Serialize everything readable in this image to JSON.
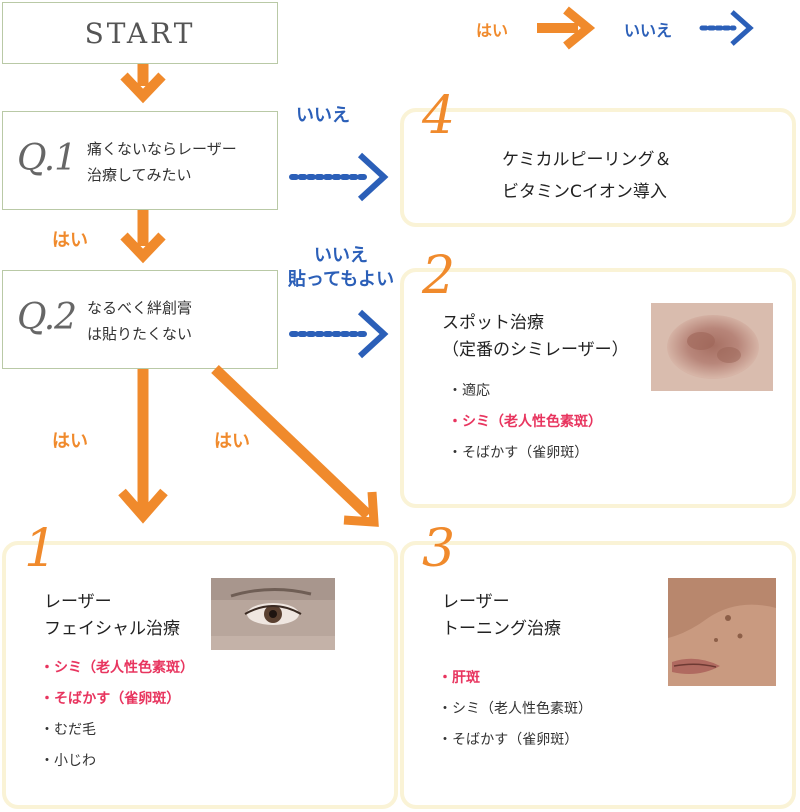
{
  "legend": {
    "yes": "はい",
    "no": "いいえ"
  },
  "start": "START",
  "q1": {
    "label": "Q.1",
    "text": "痛くないならレーザー\n治療してみたい"
  },
  "q2": {
    "label": "Q.2",
    "text": "なるべく絆創膏\nは貼りたくない"
  },
  "edges": {
    "q1_no": "いいえ",
    "q1_yes": "はい",
    "q2_no": "いいえ\n貼ってもよい",
    "q2_yes_down": "はい",
    "q2_yes_diag": "はい"
  },
  "result4": {
    "number": "4",
    "title": "ケミカルピーリング＆\nビタミンCイオン導入"
  },
  "result2": {
    "number": "2",
    "title": "スポット治療\n（定番のシミレーザー）",
    "items": [
      "・適応",
      "・シミ（老人性色素斑）",
      "・そばかす（雀卵斑）"
    ]
  },
  "result1": {
    "number": "1",
    "title": "レーザー\nフェイシャル治療",
    "items": [
      "・シミ（老人性色素斑）",
      "・そばかす（雀卵斑）",
      "・むだ毛",
      "・小じわ"
    ]
  },
  "result3": {
    "number": "3",
    "title": "レーザー\nトーニング治療",
    "items": [
      "・肝斑",
      "・シミ（老人性色素斑）",
      "・そばかす（雀卵斑）"
    ]
  },
  "colors": {
    "yes": "#f08a2c",
    "no": "#2b5fb8",
    "highlight": "#e8355f",
    "box_border": "#b9c9a6",
    "result_border": "#faf3d6"
  }
}
